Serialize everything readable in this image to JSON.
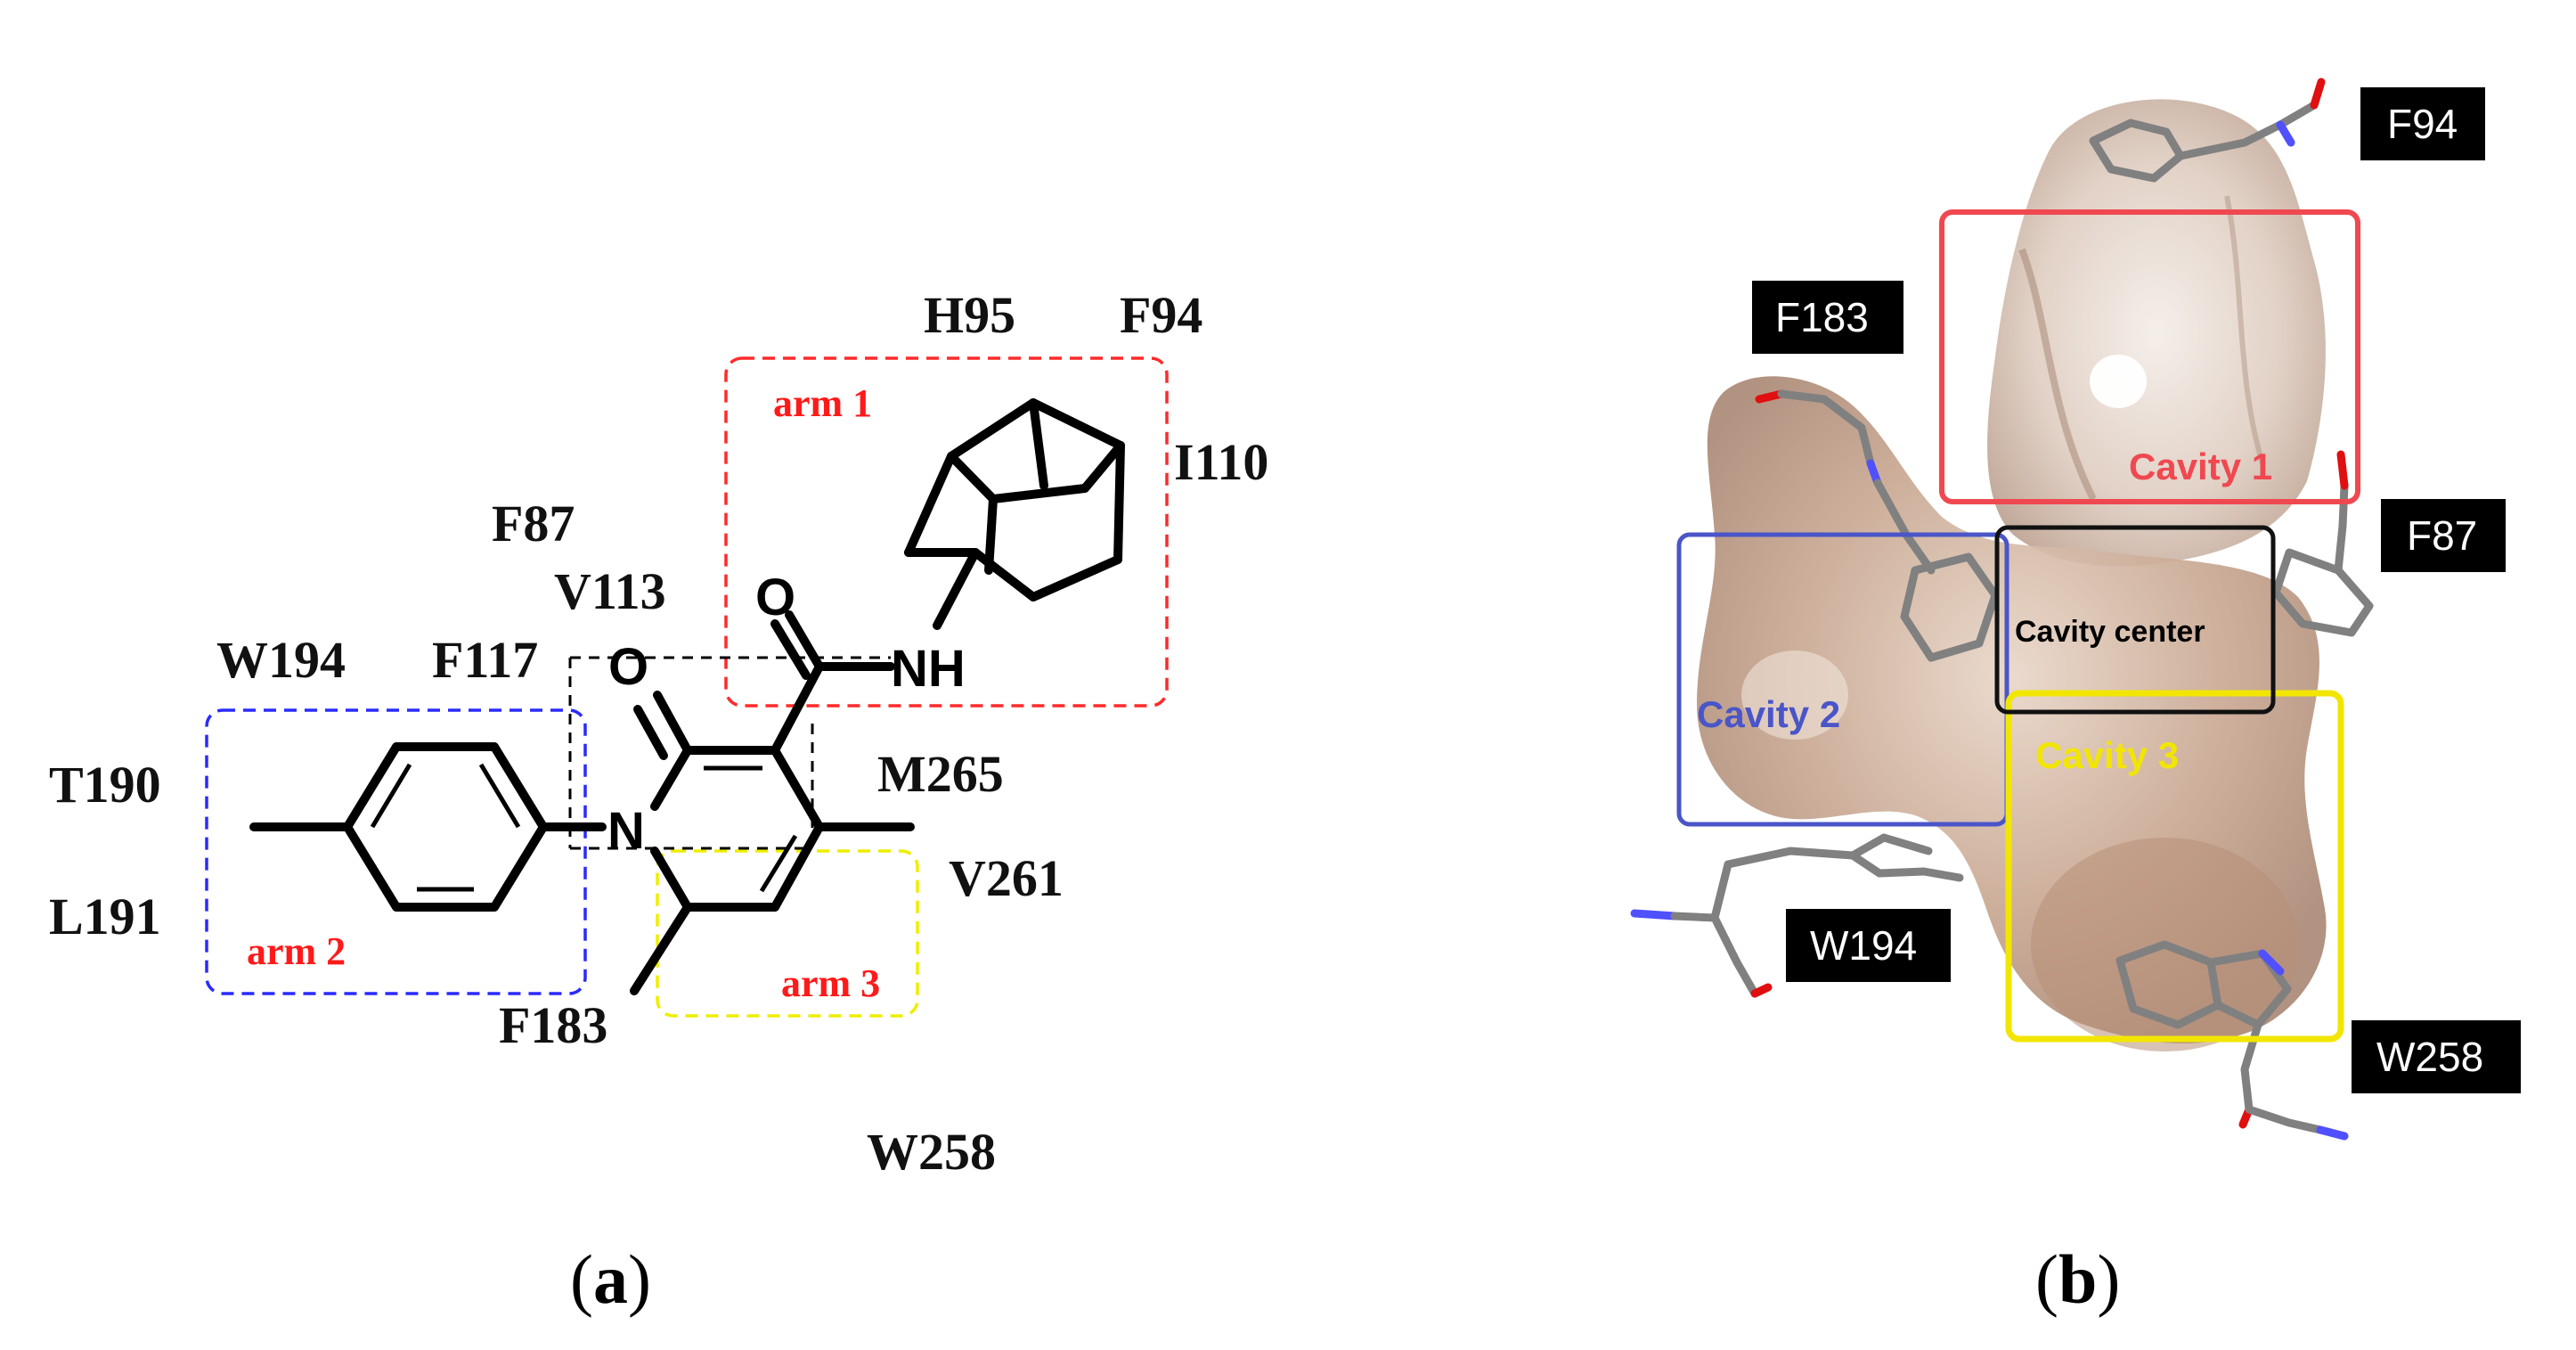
{
  "panel_a": {
    "residues": {
      "h95": "H95",
      "f94": "F94",
      "i110": "I110",
      "f87": "F87",
      "v113": "V113",
      "w194": "W194",
      "f117": "F117",
      "t190": "T190",
      "m265": "M265",
      "l191": "L191",
      "v261": "V261",
      "f183": "F183",
      "w258": "W258"
    },
    "atoms": {
      "o_amide": "O",
      "o_ring": "O",
      "nh": "NH",
      "n_ring": "N"
    },
    "arms": {
      "arm1": "arm 1",
      "arm2": "arm 2",
      "arm3": "arm 3"
    },
    "caption_open": "(",
    "caption_letter": "a",
    "caption_close": ")"
  },
  "panel_b": {
    "residue_tags": {
      "f94": "F94",
      "f183": "F183",
      "f87": "F87",
      "w194": "W194",
      "w258": "W258"
    },
    "cavities": {
      "cavity1": "Cavity 1",
      "cavity2": "Cavity 2",
      "cavity3": "Cavity 3",
      "center": "Cavity center"
    },
    "caption_open": "(",
    "caption_letter": "b",
    "caption_close": ")"
  },
  "colors": {
    "arm1": "#ff2a2a",
    "arm2": "#2a2aff",
    "arm3": "#eeee00",
    "cavity1": "#f04850",
    "cavity2": "#4a55c8",
    "cavity3": "#f2e600",
    "center": "#111111",
    "surface": "#c8a893",
    "label_red": "#ff1a1a"
  }
}
